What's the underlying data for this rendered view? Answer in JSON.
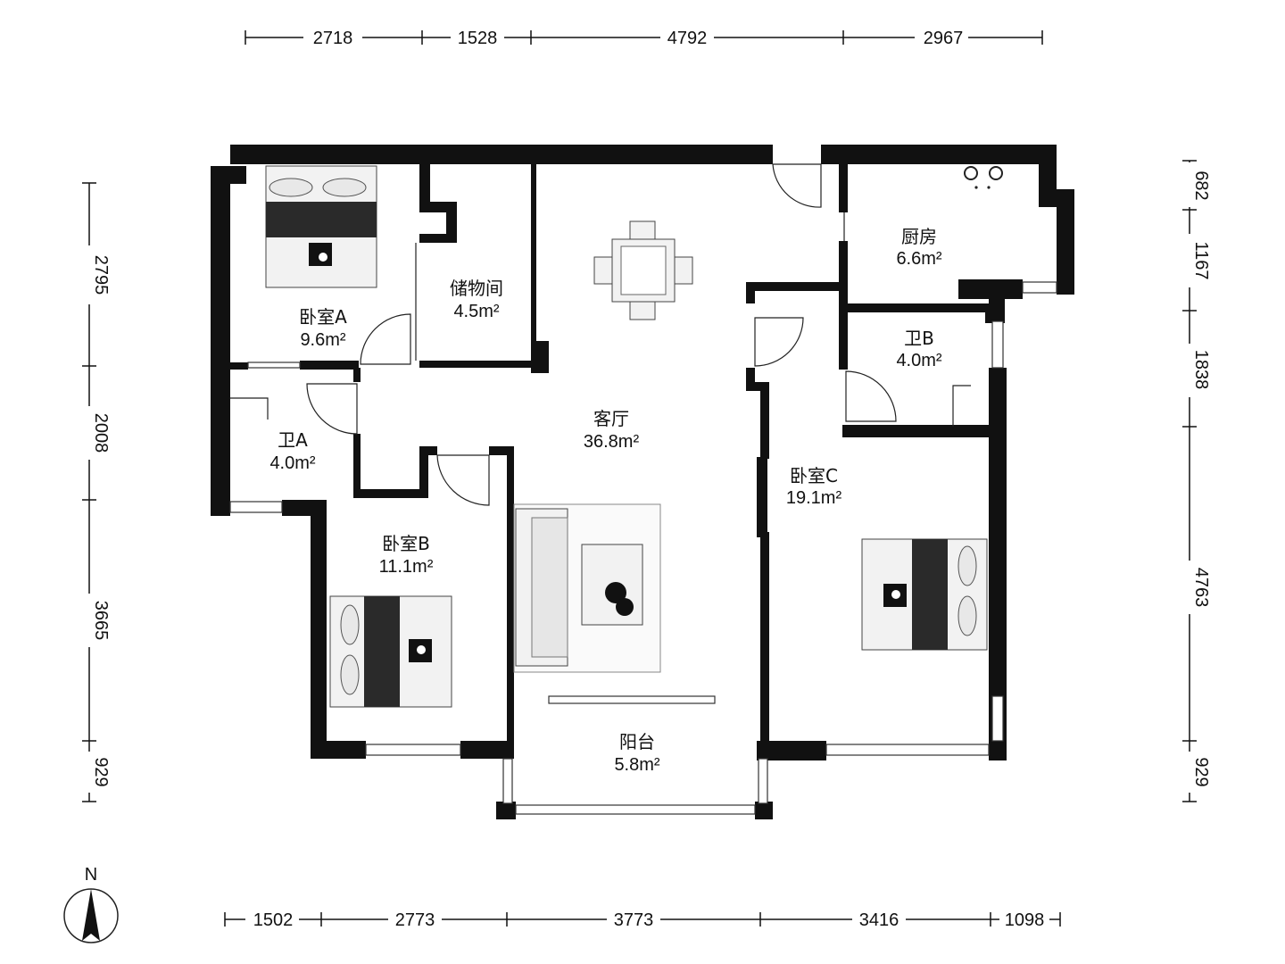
{
  "dimensions": {
    "top": [
      "2718",
      "1528",
      "4792",
      "2967"
    ],
    "bottom": [
      "1502",
      "2773",
      "3773",
      "3416",
      "1098"
    ],
    "left": [
      "2795",
      "2008",
      "3665",
      "929"
    ],
    "right": [
      "682",
      "1167",
      "1838",
      "4763",
      "929"
    ]
  },
  "rooms": {
    "bedroom_a": {
      "name": "卧室A",
      "area": "9.6m²"
    },
    "storage": {
      "name": "储物间",
      "area": "4.5m²"
    },
    "kitchen": {
      "name": "厨房",
      "area": "6.6m²"
    },
    "bath_b": {
      "name": "卫B",
      "area": "4.0m²"
    },
    "bath_a": {
      "name": "卫A",
      "area": "4.0m²"
    },
    "living": {
      "name": "客厅",
      "area": "36.8m²"
    },
    "bedroom_c": {
      "name": "卧室C",
      "area": "19.1m²"
    },
    "bedroom_b": {
      "name": "卧室B",
      "area": "11.1m²"
    },
    "balcony": {
      "name": "阳台",
      "area": "5.8m²"
    }
  },
  "compass": {
    "label": "N"
  }
}
